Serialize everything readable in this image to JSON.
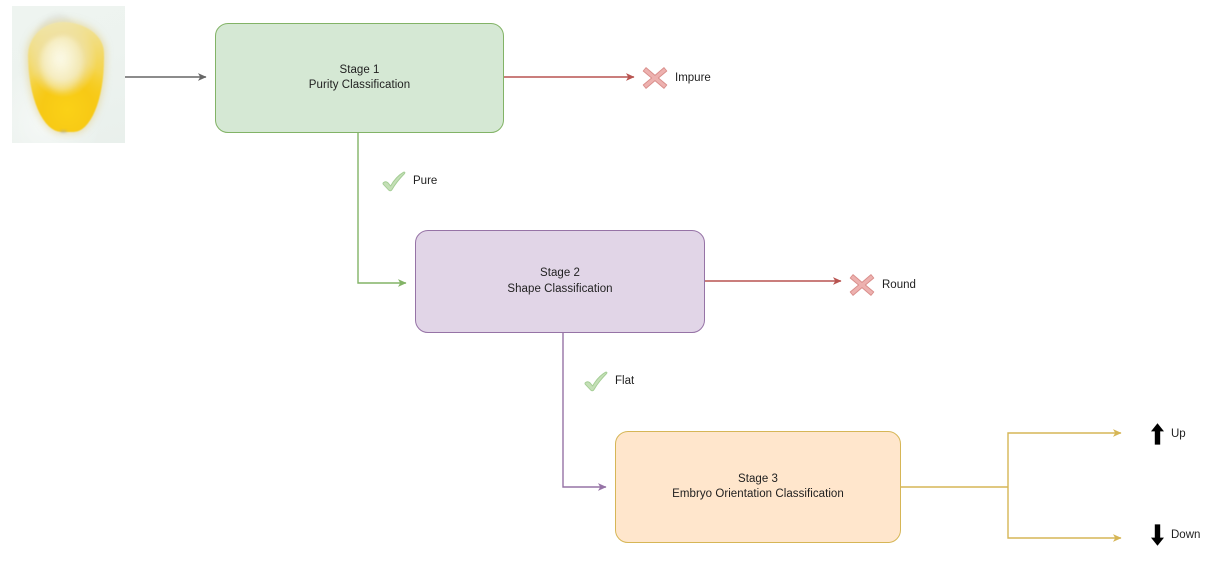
{
  "diagram": {
    "title": "Three-stage corn kernel classification pipeline",
    "background_color": "#ffffff",
    "input": {
      "name": "corn-kernel-image",
      "alt": "Corn kernel photograph",
      "background_color": "#eef3ee",
      "kernel_color": "#f8cd1c"
    },
    "stages": [
      {
        "id": "stage-1",
        "line1": "Stage 1",
        "line2": "Purity Classification",
        "text": "Stage 1\nPurity Classification",
        "fill": "#d5e8d4",
        "stroke": "#82b366"
      },
      {
        "id": "stage-2",
        "line1": "Stage 2",
        "line2": "Shape Classification",
        "text": "Stage 2\nShape Classification",
        "fill": "#e1d5e7",
        "stroke": "#9673a6"
      },
      {
        "id": "stage-3",
        "line1": "Stage 3",
        "line2": "Embryo Orientation Classification",
        "text": "Stage 3\nEmbryo Orientation Classification",
        "fill": "#ffe6cc",
        "stroke": "#d6b656"
      }
    ],
    "edges": [
      {
        "id": "input-to-stage1",
        "from": "corn-kernel-image",
        "to": "stage-1",
        "label": "",
        "color": "#666666"
      },
      {
        "id": "stage1-impure",
        "from": "stage-1",
        "to": "impure-terminal",
        "label": "Impure",
        "color": "#b85450"
      },
      {
        "id": "stage1-pure",
        "from": "stage-1",
        "to": "stage-2",
        "label": "Pure",
        "color": "#82b366"
      },
      {
        "id": "stage2-round",
        "from": "stage-2",
        "to": "round-terminal",
        "label": "Round",
        "color": "#b85450"
      },
      {
        "id": "stage2-flat",
        "from": "stage-2",
        "to": "stage-3",
        "label": "Flat",
        "color": "#9673a6"
      },
      {
        "id": "stage3-up",
        "from": "stage-3",
        "to": "up-terminal",
        "label": "Up",
        "color": "#d6b656"
      },
      {
        "id": "stage3-down",
        "from": "stage-3",
        "to": "down-terminal",
        "label": "Down",
        "color": "#d6b656"
      }
    ],
    "labels": {
      "pure": {
        "text": "Pure",
        "icon": "check-mark-icon",
        "icon_color": "#a9cf9c"
      },
      "flat": {
        "text": "Flat",
        "icon": "check-mark-icon",
        "icon_color": "#a9cf9c"
      },
      "impure": {
        "text": "Impure",
        "icon": "cross-mark-icon",
        "icon_color": "#e8aaa8"
      },
      "round": {
        "text": "Round",
        "icon": "cross-mark-icon",
        "icon_color": "#e8aaa8"
      },
      "up": {
        "text": "Up",
        "icon": "arrow-up-icon",
        "icon_color": "#000000"
      },
      "down": {
        "text": "Down",
        "icon": "arrow-down-icon",
        "icon_color": "#000000"
      }
    }
  }
}
